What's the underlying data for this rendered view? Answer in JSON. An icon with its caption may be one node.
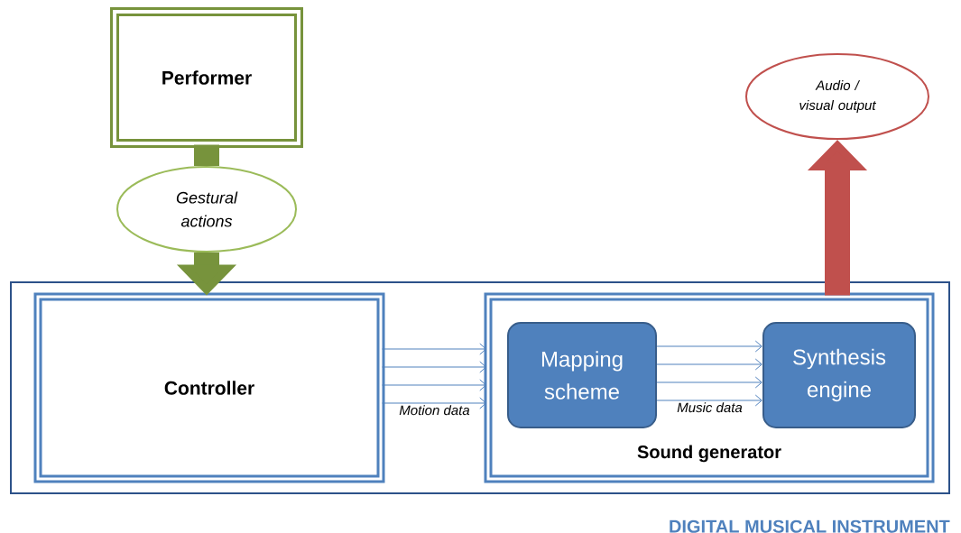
{
  "diagram": {
    "nodes": [
      {
        "text": [
          "Performer"
        ]
      },
      {
        "text": [
          "Gestural actions"
        ]
      },
      {
        "text": [
          "Audio / visual output"
        ]
      },
      {
        "text": [
          "DIGITAL MUSICAL INSTRUMENT"
        ]
      },
      {
        "text": [
          "Controller"
        ],
        "in": 3
      },
      {
        "text": [
          "Sound generator"
        ],
        "in": 3
      },
      {
        "text": [
          "Mapping scheme"
        ],
        "in": 5
      },
      {
        "text": [
          "Synthesis engine"
        ],
        "in": 5
      }
    ],
    "edges": [
      {
        "from": 0,
        "to": 1,
        "arrow": "none",
        "style": "thick",
        "color": "#77933c"
      },
      {
        "from": 1,
        "to": 4,
        "arrow": "to",
        "style": "thick",
        "color": "#77933c"
      },
      {
        "from": 4,
        "to": 5,
        "arrow": "to"
      },
      {
        "from": 4,
        "to": 5,
        "arrow": "to"
      },
      {
        "from": 4,
        "to": 5,
        "arrow": "to"
      },
      {
        "from": 4,
        "to": 5,
        "arrow": "to",
        "label": "Motion data"
      },
      {
        "from": 6,
        "to": 7,
        "arrow": "to"
      },
      {
        "from": 6,
        "to": 7,
        "arrow": "to"
      },
      {
        "from": 6,
        "to": 7,
        "arrow": "to"
      },
      {
        "from": 6,
        "to": 7,
        "arrow": "to",
        "label": "Music data"
      },
      {
        "from": 5,
        "to": 2,
        "arrow": "to",
        "style": "thick",
        "color": "#c0504d"
      }
    ]
  }
}
